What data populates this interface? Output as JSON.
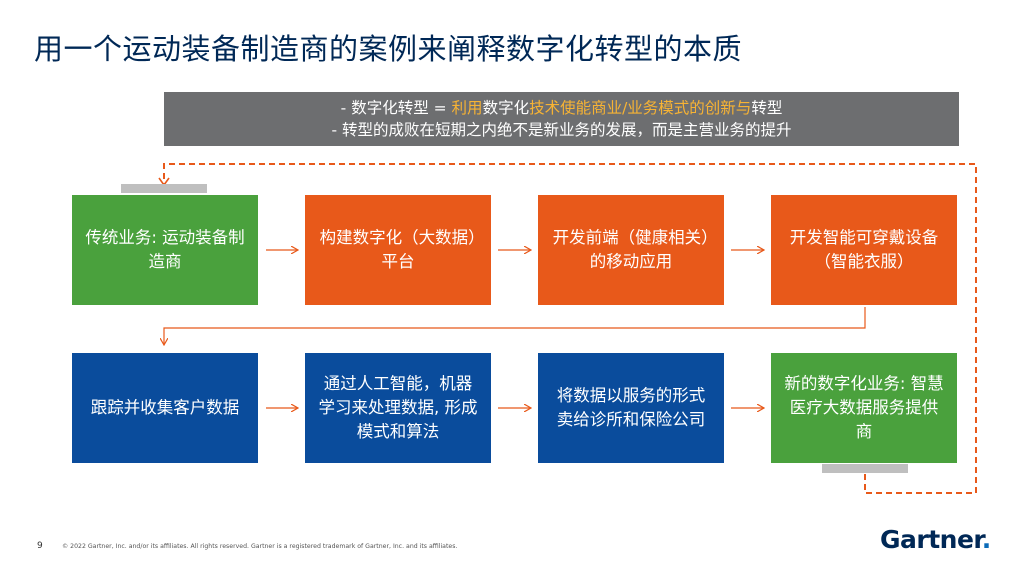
{
  "title": "用一个运动装备制造商的案例来阐释数字化转型的本质",
  "banner": {
    "line1_prefix": "- 数字化转型 = ",
    "line1_hl1": "利用",
    "line1_mid": "数字化",
    "line1_hl2": "技术使能商业/业务模式的创新与",
    "line1_suffix": "转型",
    "line2": "- 转型的成败在短期之内绝不是新业务的发展，而是主营业务的提升"
  },
  "steps": [
    {
      "label": "传统业务: 运动装备制造商",
      "color": "#4aa13d"
    },
    {
      "label": "构建数字化（大数据）平台",
      "color": "#e8591a"
    },
    {
      "label": "开发前端（健康相关）的移动应用",
      "color": "#e8591a"
    },
    {
      "label": "开发智能可穿戴设备（智能衣服）",
      "color": "#e8591a"
    },
    {
      "label": "跟踪并收集客户数据",
      "color": "#0a4c9c"
    },
    {
      "label": "通过人工智能，机器学习来处理数据, 形成模式和算法",
      "color": "#0a4c9c"
    },
    {
      "label": "将数据以服务的形式卖给诊所和保险公司",
      "color": "#0a4c9c"
    },
    {
      "label": "新的数字化业务: 智慧医疗大数据服务提供商",
      "color": "#4aa13d"
    }
  ],
  "footer": {
    "page_number": "9",
    "copyright": "© 2022 Gartner, Inc. and/or its affiliates. All rights reserved. Gartner is a registered trademark of Gartner, Inc. and its affiliates.",
    "logo_text": "Gartner",
    "logo_dot": "."
  },
  "colors": {
    "arrow": "#e8591a",
    "dashed": "#e8591a",
    "banner_bg": "#6d6e70",
    "title": "#002856"
  }
}
